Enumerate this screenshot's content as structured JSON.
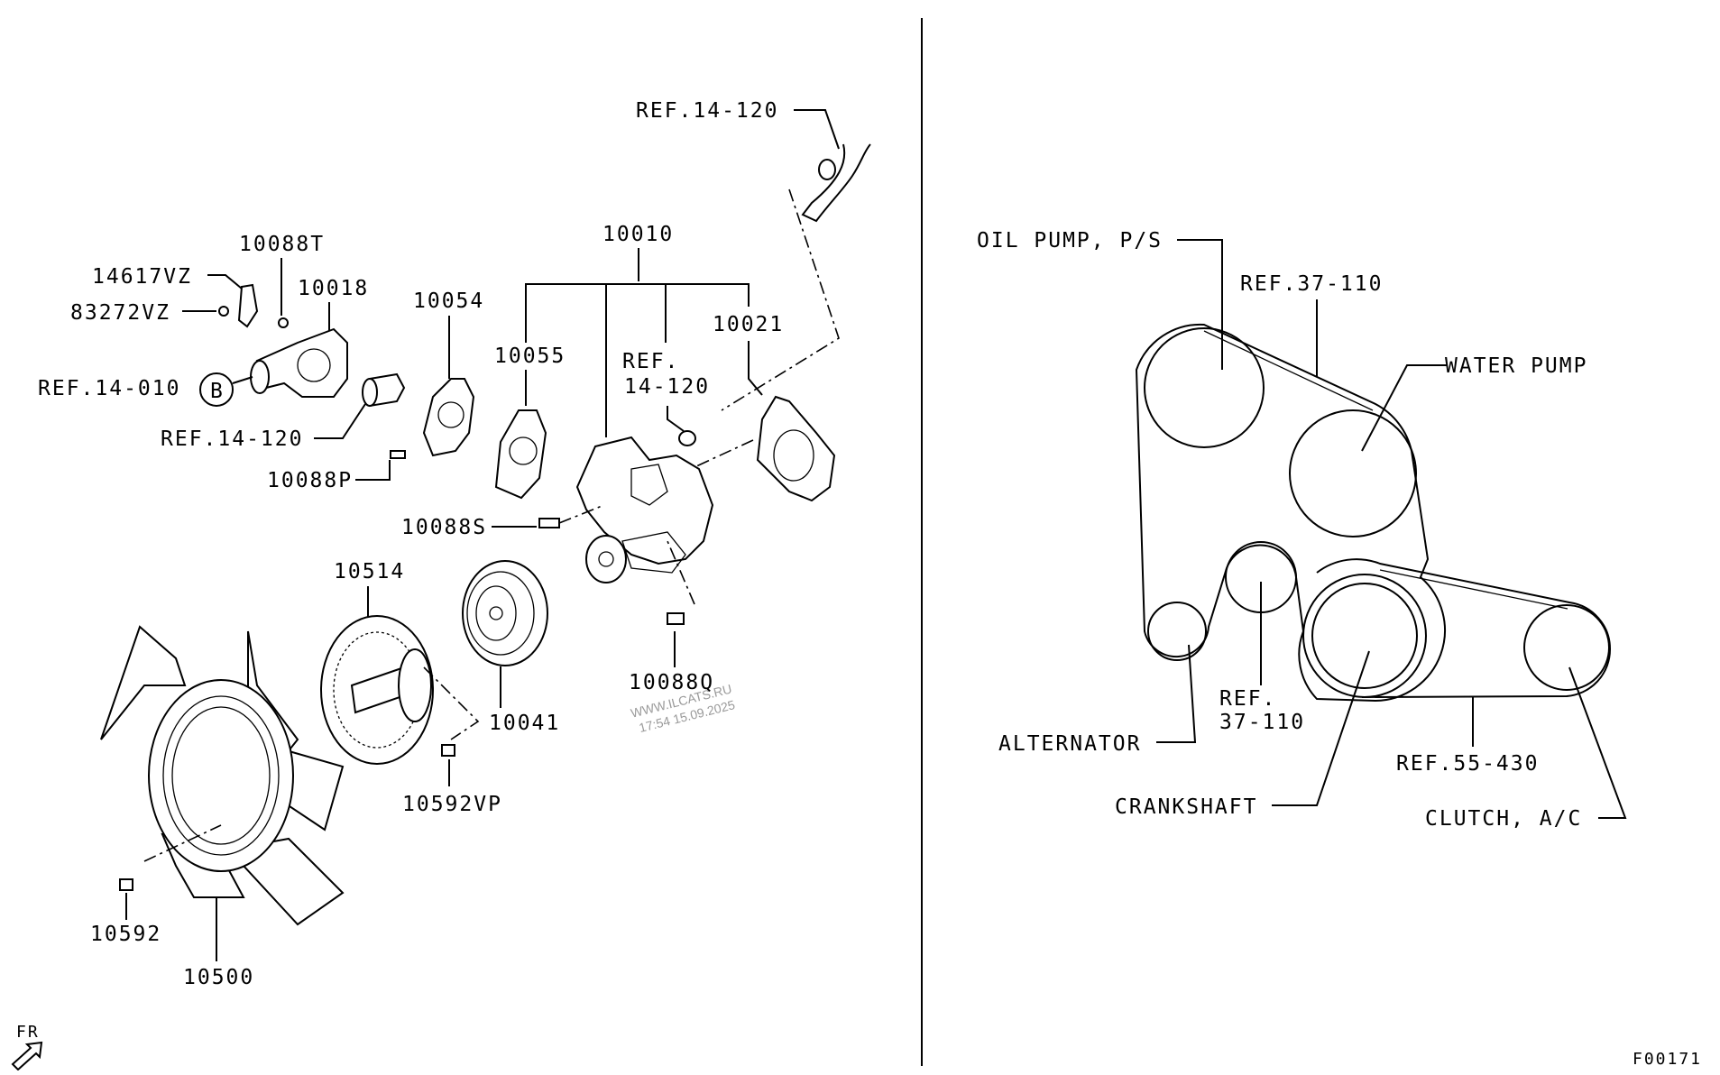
{
  "figure_code": "F00171",
  "direction_label": "FR",
  "watermark": {
    "line1": "WWW.ILCATS.RU",
    "line2": "17:54 15.09.2025"
  },
  "left_panel": {
    "labels": {
      "ref_14_120_top": "REF.14-120",
      "p10010": "10010",
      "p10088t": "10088T",
      "p14617vz": "14617VZ",
      "p10018": "10018",
      "p83272vz": "83272VZ",
      "p10054": "10054",
      "p10055": "10055",
      "ref_a": "REF.",
      "ref_b": "14-120",
      "p10021": "10021",
      "ref_14_010": "REF.14-010",
      "circle_b": "B",
      "ref_14_120_mid": "REF.14-120",
      "p10088p": "10088P",
      "p10088s": "10088S",
      "p10514": "10514",
      "p10041": "10041",
      "p10088q": "10088Q",
      "p10592vp": "10592VP",
      "p10592": "10592",
      "p10500": "10500"
    }
  },
  "right_panel": {
    "labels": {
      "oil_pump": "OIL PUMP, P/S",
      "ref_37_110_top": "REF.37-110",
      "water_pump": "WATER PUMP",
      "ref_37_110_a": "REF.",
      "ref_37_110_b": "37-110",
      "alternator": "ALTERNATOR",
      "ref_55_430": "REF.55-430",
      "crankshaft": "CRANKSHAFT",
      "clutch_ac": "CLUTCH, A/C"
    }
  }
}
